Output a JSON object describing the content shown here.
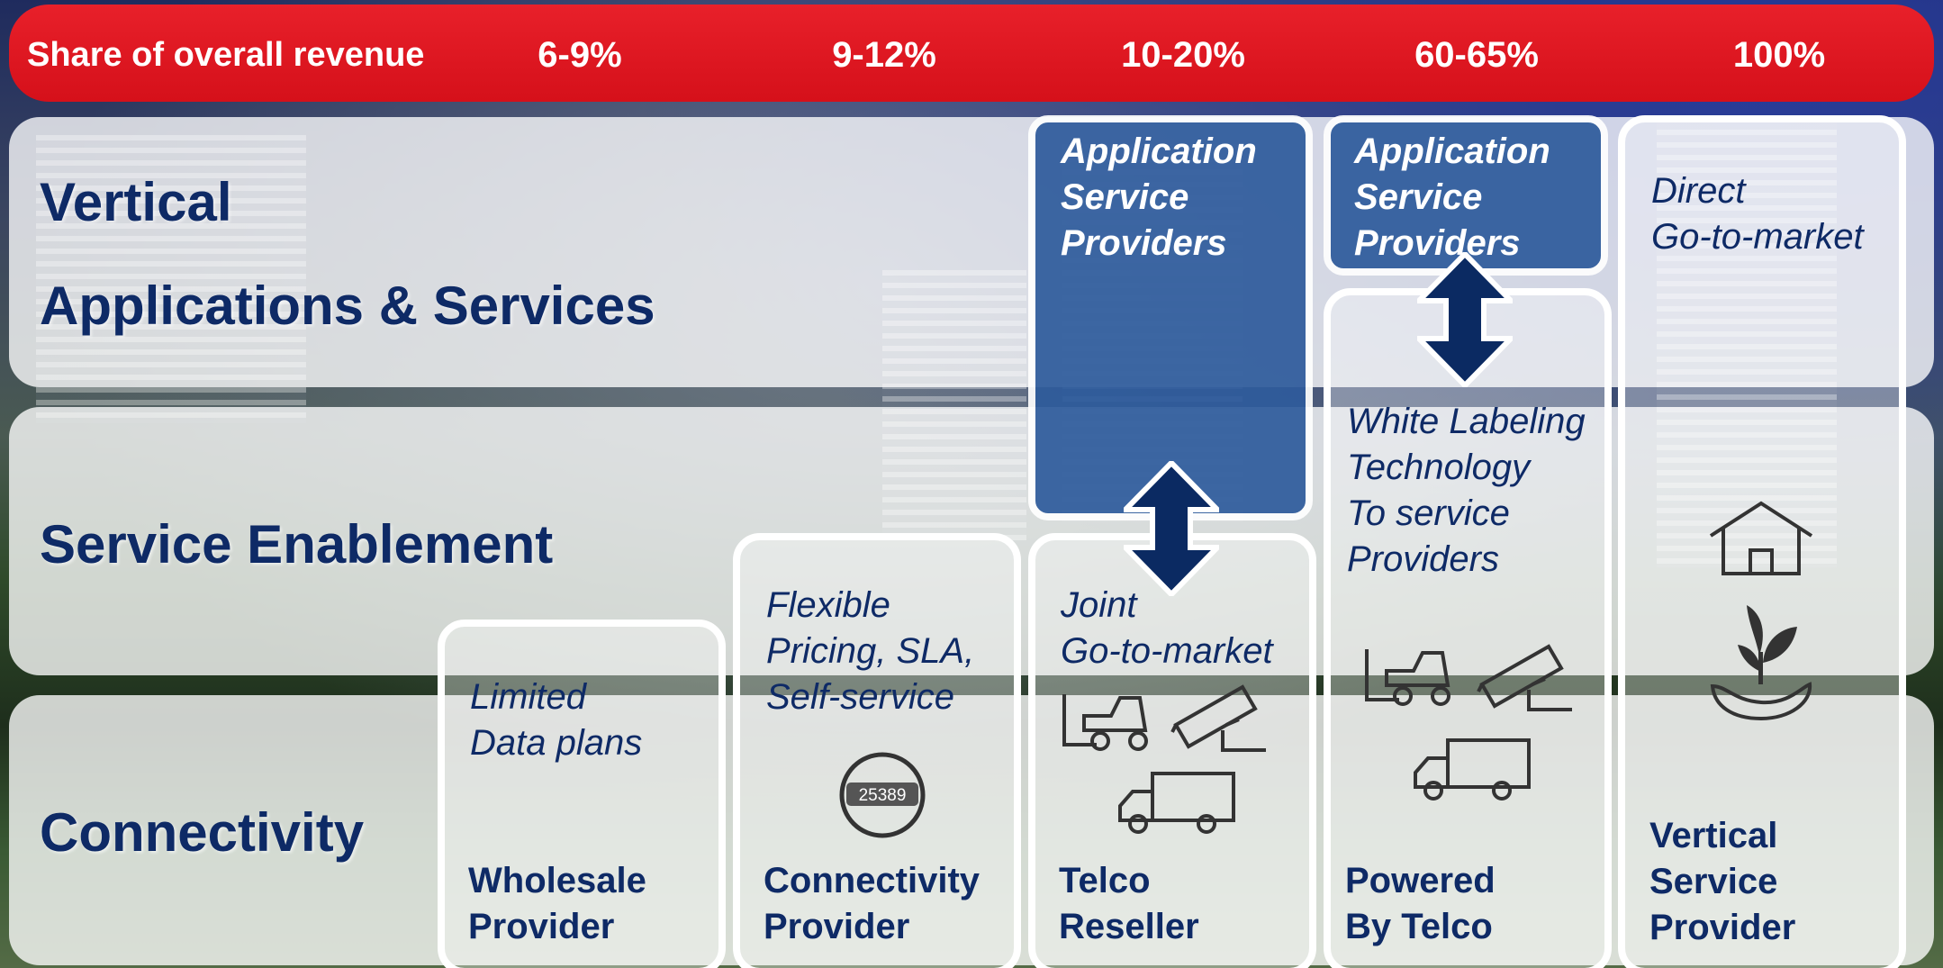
{
  "header": {
    "label": "Share of overall revenue",
    "percentages": [
      "6-9%",
      "9-12%",
      "10-20%",
      "60-65%",
      "100%"
    ]
  },
  "rows": {
    "vertical_line1": "Vertical",
    "vertical_line2": "Applications & Services",
    "service_enablement": "Service Enablement",
    "connectivity": "Connectivity"
  },
  "columns": [
    {
      "title": "Wholesale\nProvider",
      "description": "Limited\nData plans",
      "icons": []
    },
    {
      "title": "Connectivity\nProvider",
      "description": "Flexible\nPricing, SLA,\nSelf-service",
      "icons": [
        "meter-icon"
      ],
      "meter_reading": "25389"
    },
    {
      "title": "Telco\nReseller",
      "description": "Joint\nGo-to-market",
      "box_label": "Application\nService\nProviders",
      "icons": [
        "forklift-icon",
        "camera-icon",
        "truck-icon",
        "double-arrow-icon"
      ]
    },
    {
      "title": "Powered\nBy Telco",
      "description": "White Labeling\nTechnology\nTo service\nProviders",
      "box_label": "Application\nService\nProviders",
      "icons": [
        "forklift-icon",
        "camera-icon",
        "truck-icon",
        "double-arrow-icon"
      ]
    },
    {
      "title": "Vertical\nService\nProvider",
      "description": "Direct\nGo-to-market",
      "icons": [
        "house-icon",
        "plant-in-hand-icon"
      ]
    }
  ],
  "colors": {
    "header_red": "#e0141e",
    "navy_text": "#0e2a66",
    "box_blue": "#2e5b9c",
    "arrow_navy": "#0b2a62",
    "icon_gray": "#333333"
  }
}
